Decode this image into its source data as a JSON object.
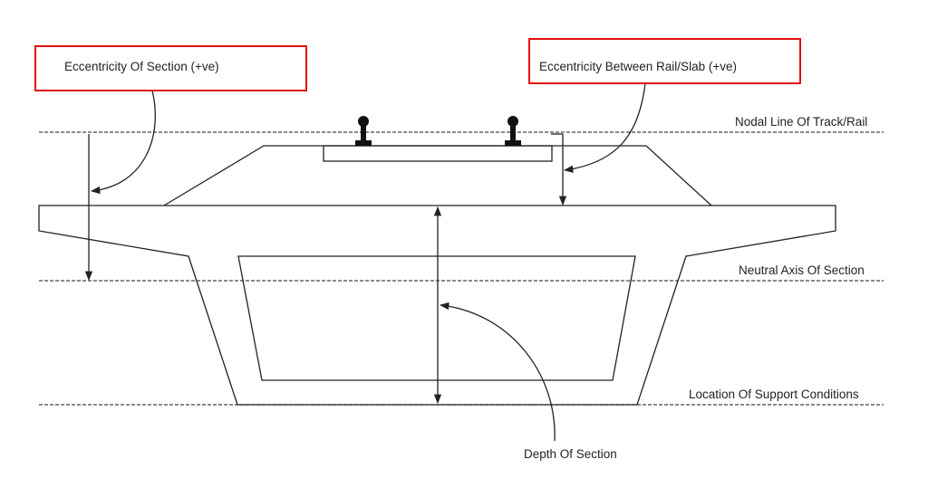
{
  "labels": {
    "eccentricity_section": "Eccentricity Of Section (+ve)",
    "eccentricity_rail_slab": "Eccentricity Between Rail/Slab (+ve)",
    "nodal_line": "Nodal Line Of Track/Rail",
    "neutral_axis": "Neutral Axis Of Section",
    "support_location": "Location Of Support Conditions",
    "depth": "Depth Of Section"
  },
  "colors": {
    "highlight_box": "#e01010",
    "line": "#222222"
  }
}
